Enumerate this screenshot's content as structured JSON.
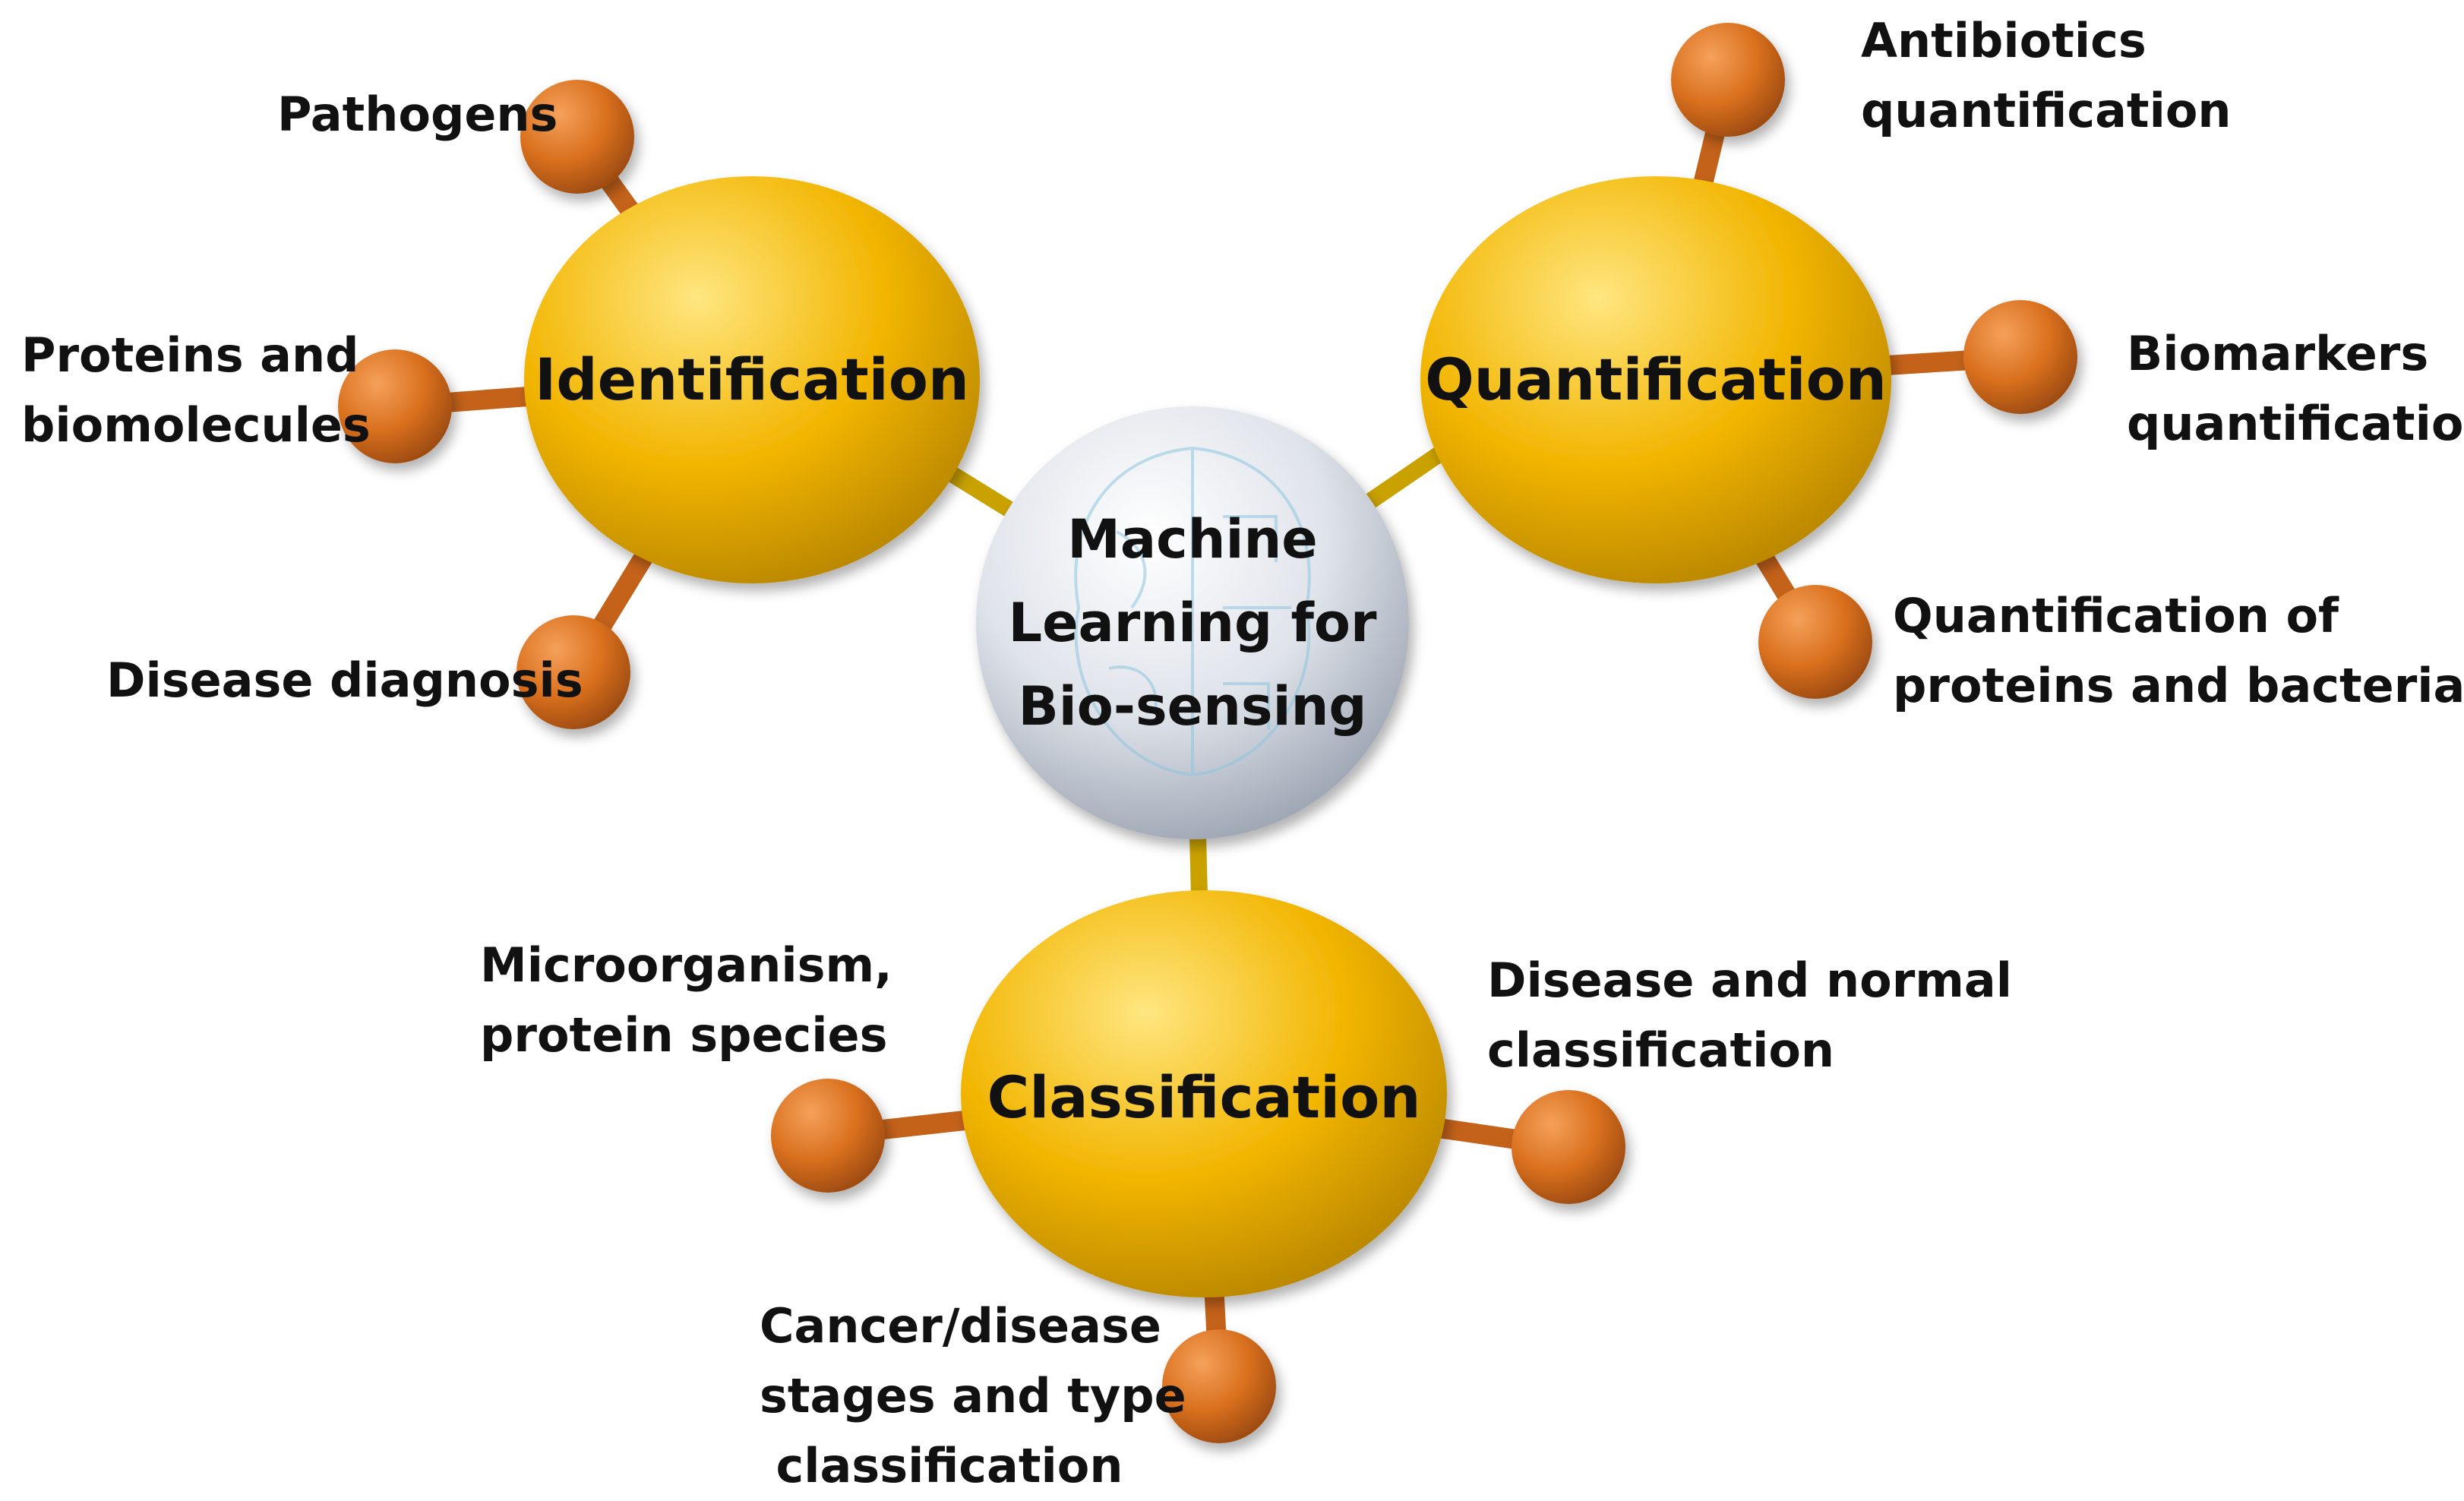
{
  "center": {
    "lines": [
      "Machine",
      "Learning for",
      "Bio-sensing"
    ]
  },
  "hubs": [
    {
      "id": "identification",
      "label": "Identification",
      "leaves": [
        {
          "lines": [
            "Pathogens"
          ]
        },
        {
          "lines": [
            "Proteins and",
            "biomolecules"
          ]
        },
        {
          "lines": [
            "Disease diagnosis"
          ]
        }
      ]
    },
    {
      "id": "quantification",
      "label": "Quantification",
      "leaves": [
        {
          "lines": [
            "Antibiotics",
            "quantification"
          ]
        },
        {
          "lines": [
            "Biomarkers",
            "quantification"
          ]
        },
        {
          "lines": [
            "Quantification of",
            "proteins and bacteria"
          ]
        }
      ]
    },
    {
      "id": "classification",
      "label": "Classification",
      "leaves": [
        {
          "lines": [
            "Microorganism,",
            "protein species"
          ]
        },
        {
          "lines": [
            "Disease and normal",
            "classification"
          ]
        },
        {
          "lines": [
            "Cancer/disease",
            "stages and type",
            "classification"
          ]
        }
      ]
    }
  ],
  "colors": {
    "hub_fill": "#f2b500",
    "hub_highlight": "#ffe680",
    "leaf_fill": "#d9701e",
    "leaf_highlight": "#f5a15a",
    "connector": "#c9a200",
    "leaf_connector": "#c4621a",
    "center_fill": "#e6e8ec"
  }
}
